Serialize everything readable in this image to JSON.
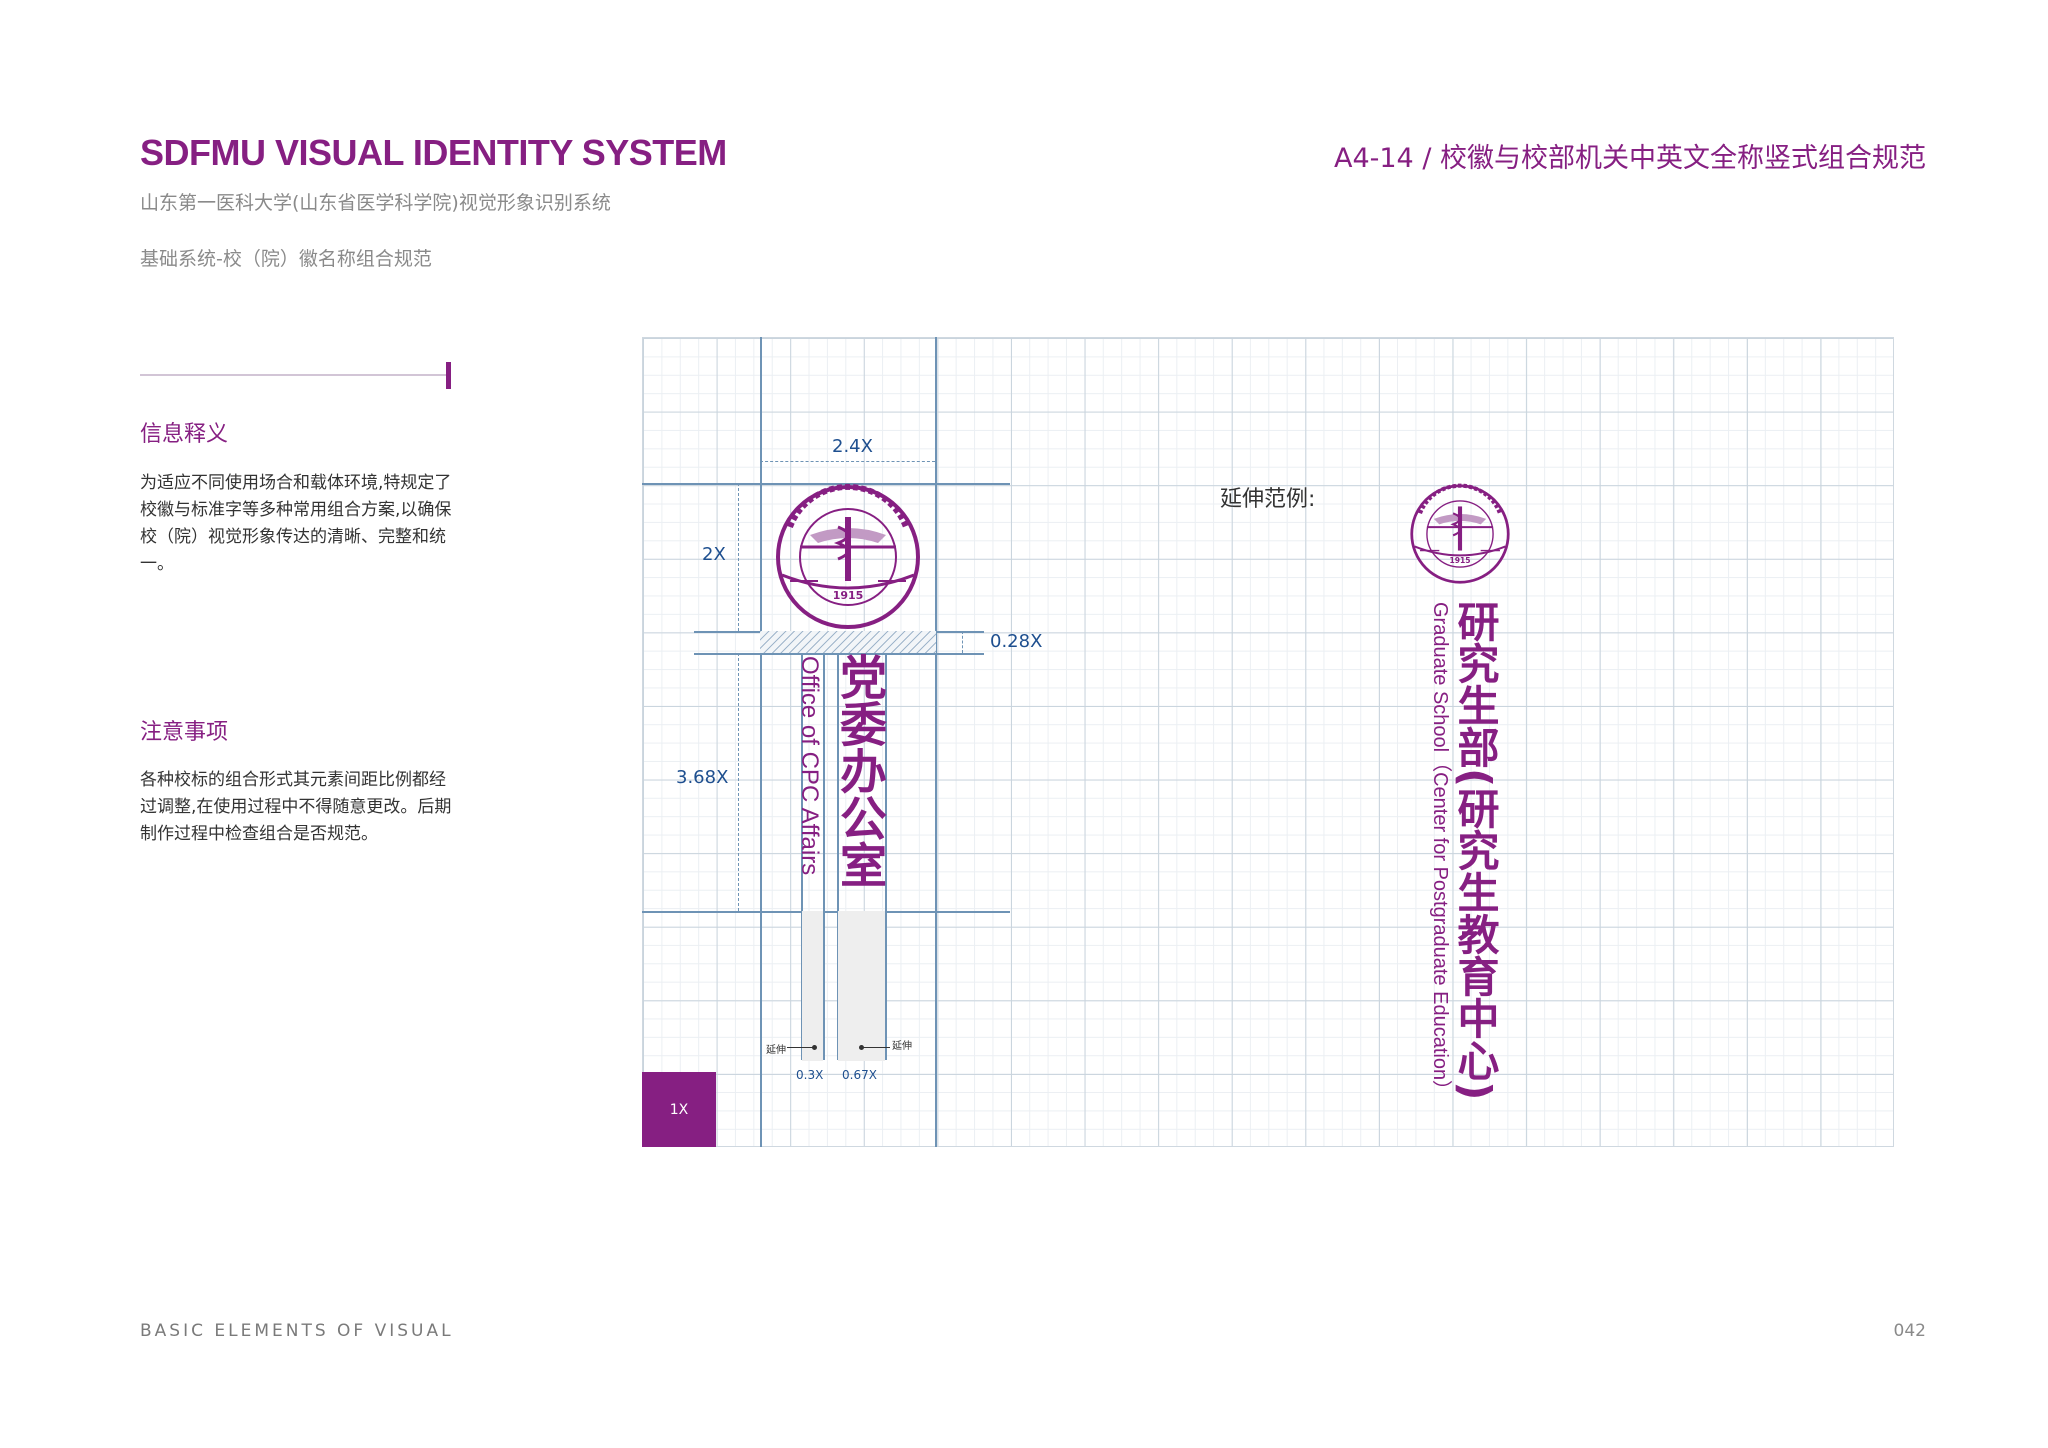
{
  "header": {
    "brand_title": "SDFMU VISUAL IDENTITY SYSTEM",
    "brand_subtitle": "山东第一医科大学(山东省医学科学院)视觉形象识别系统",
    "section_name": "基础系统-校（院）徽名称组合规范",
    "page_code": "A4-14 /  校徽与校部机关中英文全称竖式组合规范"
  },
  "sidebar": {
    "info_title": "信息释义",
    "info_body": "为适应不同使用场合和载体环境,特规定了校徽与标准字等多种常用组合方案,以确保校（院）视觉形象传达的清晰、完整和统一。",
    "notes_title": "注意事项",
    "notes_body": "各种校标的组合形式其元素间距比例都经过调整,在使用过程中不得随意更改。后期制作过程中检查组合是否规范。"
  },
  "diagram": {
    "dim_width": "2.4X",
    "dim_logo_height": "2X",
    "dim_gap": "0.28X",
    "dim_text_height": "3.68X",
    "dim_en_col": "0.3X",
    "dim_cn_col": "0.67X",
    "ext_label_left": "延伸",
    "ext_label_right": "延伸",
    "unit_label": "1X",
    "dept_cn": "党委办公室",
    "dept_en": "Office of CPC Affairs",
    "emblem_year": "1915"
  },
  "example": {
    "label": "延伸范例:",
    "dept_cn": "研究生部(研究生教育中心)",
    "dept_en": "Graduate School（Center for Postgraduate Education）",
    "emblem_year": "1915"
  },
  "footer": {
    "label": "BASIC ELEMENTS OF VISUAL",
    "page_number": "042"
  },
  "colors": {
    "brand_purple": "#861f82",
    "guide_blue": "#1e4f8f"
  }
}
